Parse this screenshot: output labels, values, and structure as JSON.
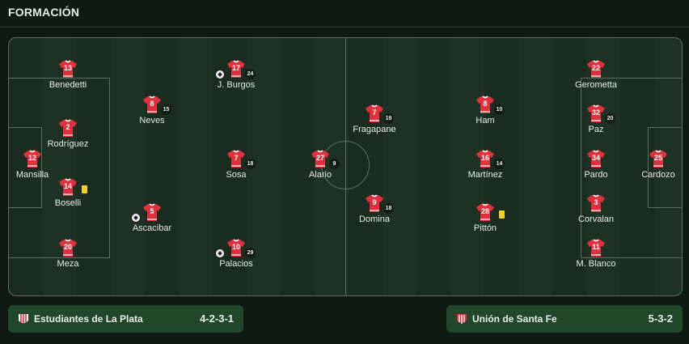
{
  "header": {
    "title": "FORMACIÓN"
  },
  "colors": {
    "shirt": "#e0303d",
    "shirt_trim": "#ffffff",
    "card": "#f2d11f",
    "pitch": "#1a2c1f",
    "bar": "#21472b"
  },
  "players": [
    {
      "key": "benedetti",
      "number": "13",
      "name": "Benedetti"
    },
    {
      "key": "rodriguez",
      "number": "2",
      "name": "Rodríguez"
    },
    {
      "key": "mansilla",
      "number": "12",
      "name": "Mansilla"
    },
    {
      "key": "boselli",
      "number": "14",
      "name": "Boselli",
      "card": "yellow"
    },
    {
      "key": "meza",
      "number": "20",
      "name": "Meza"
    },
    {
      "key": "neves",
      "number": "8",
      "name": "Neves",
      "rating": "15"
    },
    {
      "key": "ascacibar",
      "number": "5",
      "name": "Ascacibar",
      "goal": true
    },
    {
      "key": "burgos",
      "number": "17",
      "name": "J. Burgos",
      "rating": "24",
      "goal": true
    },
    {
      "key": "sosa",
      "number": "7",
      "name": "Sosa",
      "rating": "18"
    },
    {
      "key": "palacios",
      "number": "10",
      "name": "Palacios",
      "rating": "29",
      "goal": true
    },
    {
      "key": "alario",
      "number": "27",
      "name": "Alario",
      "rating": "9"
    },
    {
      "key": "fragapane",
      "number": "7",
      "name": "Fragapane",
      "rating": "19"
    },
    {
      "key": "domina",
      "number": "9",
      "name": "Domina",
      "rating": "18"
    },
    {
      "key": "ham",
      "number": "8",
      "name": "Ham",
      "rating": "10"
    },
    {
      "key": "martinez",
      "number": "16",
      "name": "Martínez",
      "rating": "14"
    },
    {
      "key": "pitton",
      "number": "28",
      "name": "Pittón",
      "card": "yellow"
    },
    {
      "key": "gerometta",
      "number": "22",
      "name": "Gerometta"
    },
    {
      "key": "paz",
      "number": "32",
      "name": "Paz",
      "rating": "20"
    },
    {
      "key": "pardo",
      "number": "34",
      "name": "Pardo"
    },
    {
      "key": "corvalan",
      "number": "3",
      "name": "Corvalan"
    },
    {
      "key": "blanco",
      "number": "11",
      "name": "M. Blanco"
    },
    {
      "key": "cardozo",
      "number": "25",
      "name": "Cardozo"
    }
  ],
  "teams": {
    "home": {
      "name": "Estudiantes de La Plata",
      "formation": "4-2-3-1"
    },
    "away": {
      "name": "Unión de Santa Fe",
      "formation": "5-3-2"
    }
  }
}
